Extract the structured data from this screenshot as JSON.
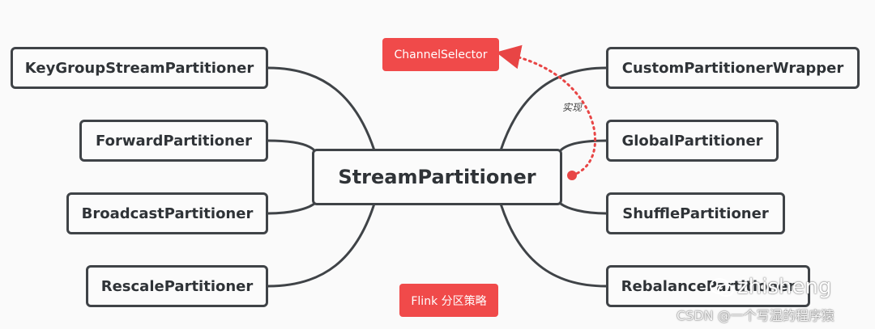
{
  "center": "StreamPartitioner",
  "left_nodes": [
    "KeyGroupStreamPartitioner",
    "ForwardPartitioner",
    "BroadcastPartitioner",
    "RescalePartitioner"
  ],
  "right_nodes": [
    "CustomPartitionerWrapper",
    "GlobalPartitioner",
    "ShufflePartitioner",
    "RebalancePartitioner"
  ],
  "interface_tag": "ChannelSelector",
  "relation_label": "实现",
  "footer_tag": "Flink 分区策略",
  "watermark": {
    "name": "zhisheng",
    "source": "CSDN @一个写湿的程序猿"
  },
  "colors": {
    "node_border": "#3f4347",
    "tag_fill": "#f04a4a",
    "dotted_arrow": "#e84545"
  }
}
